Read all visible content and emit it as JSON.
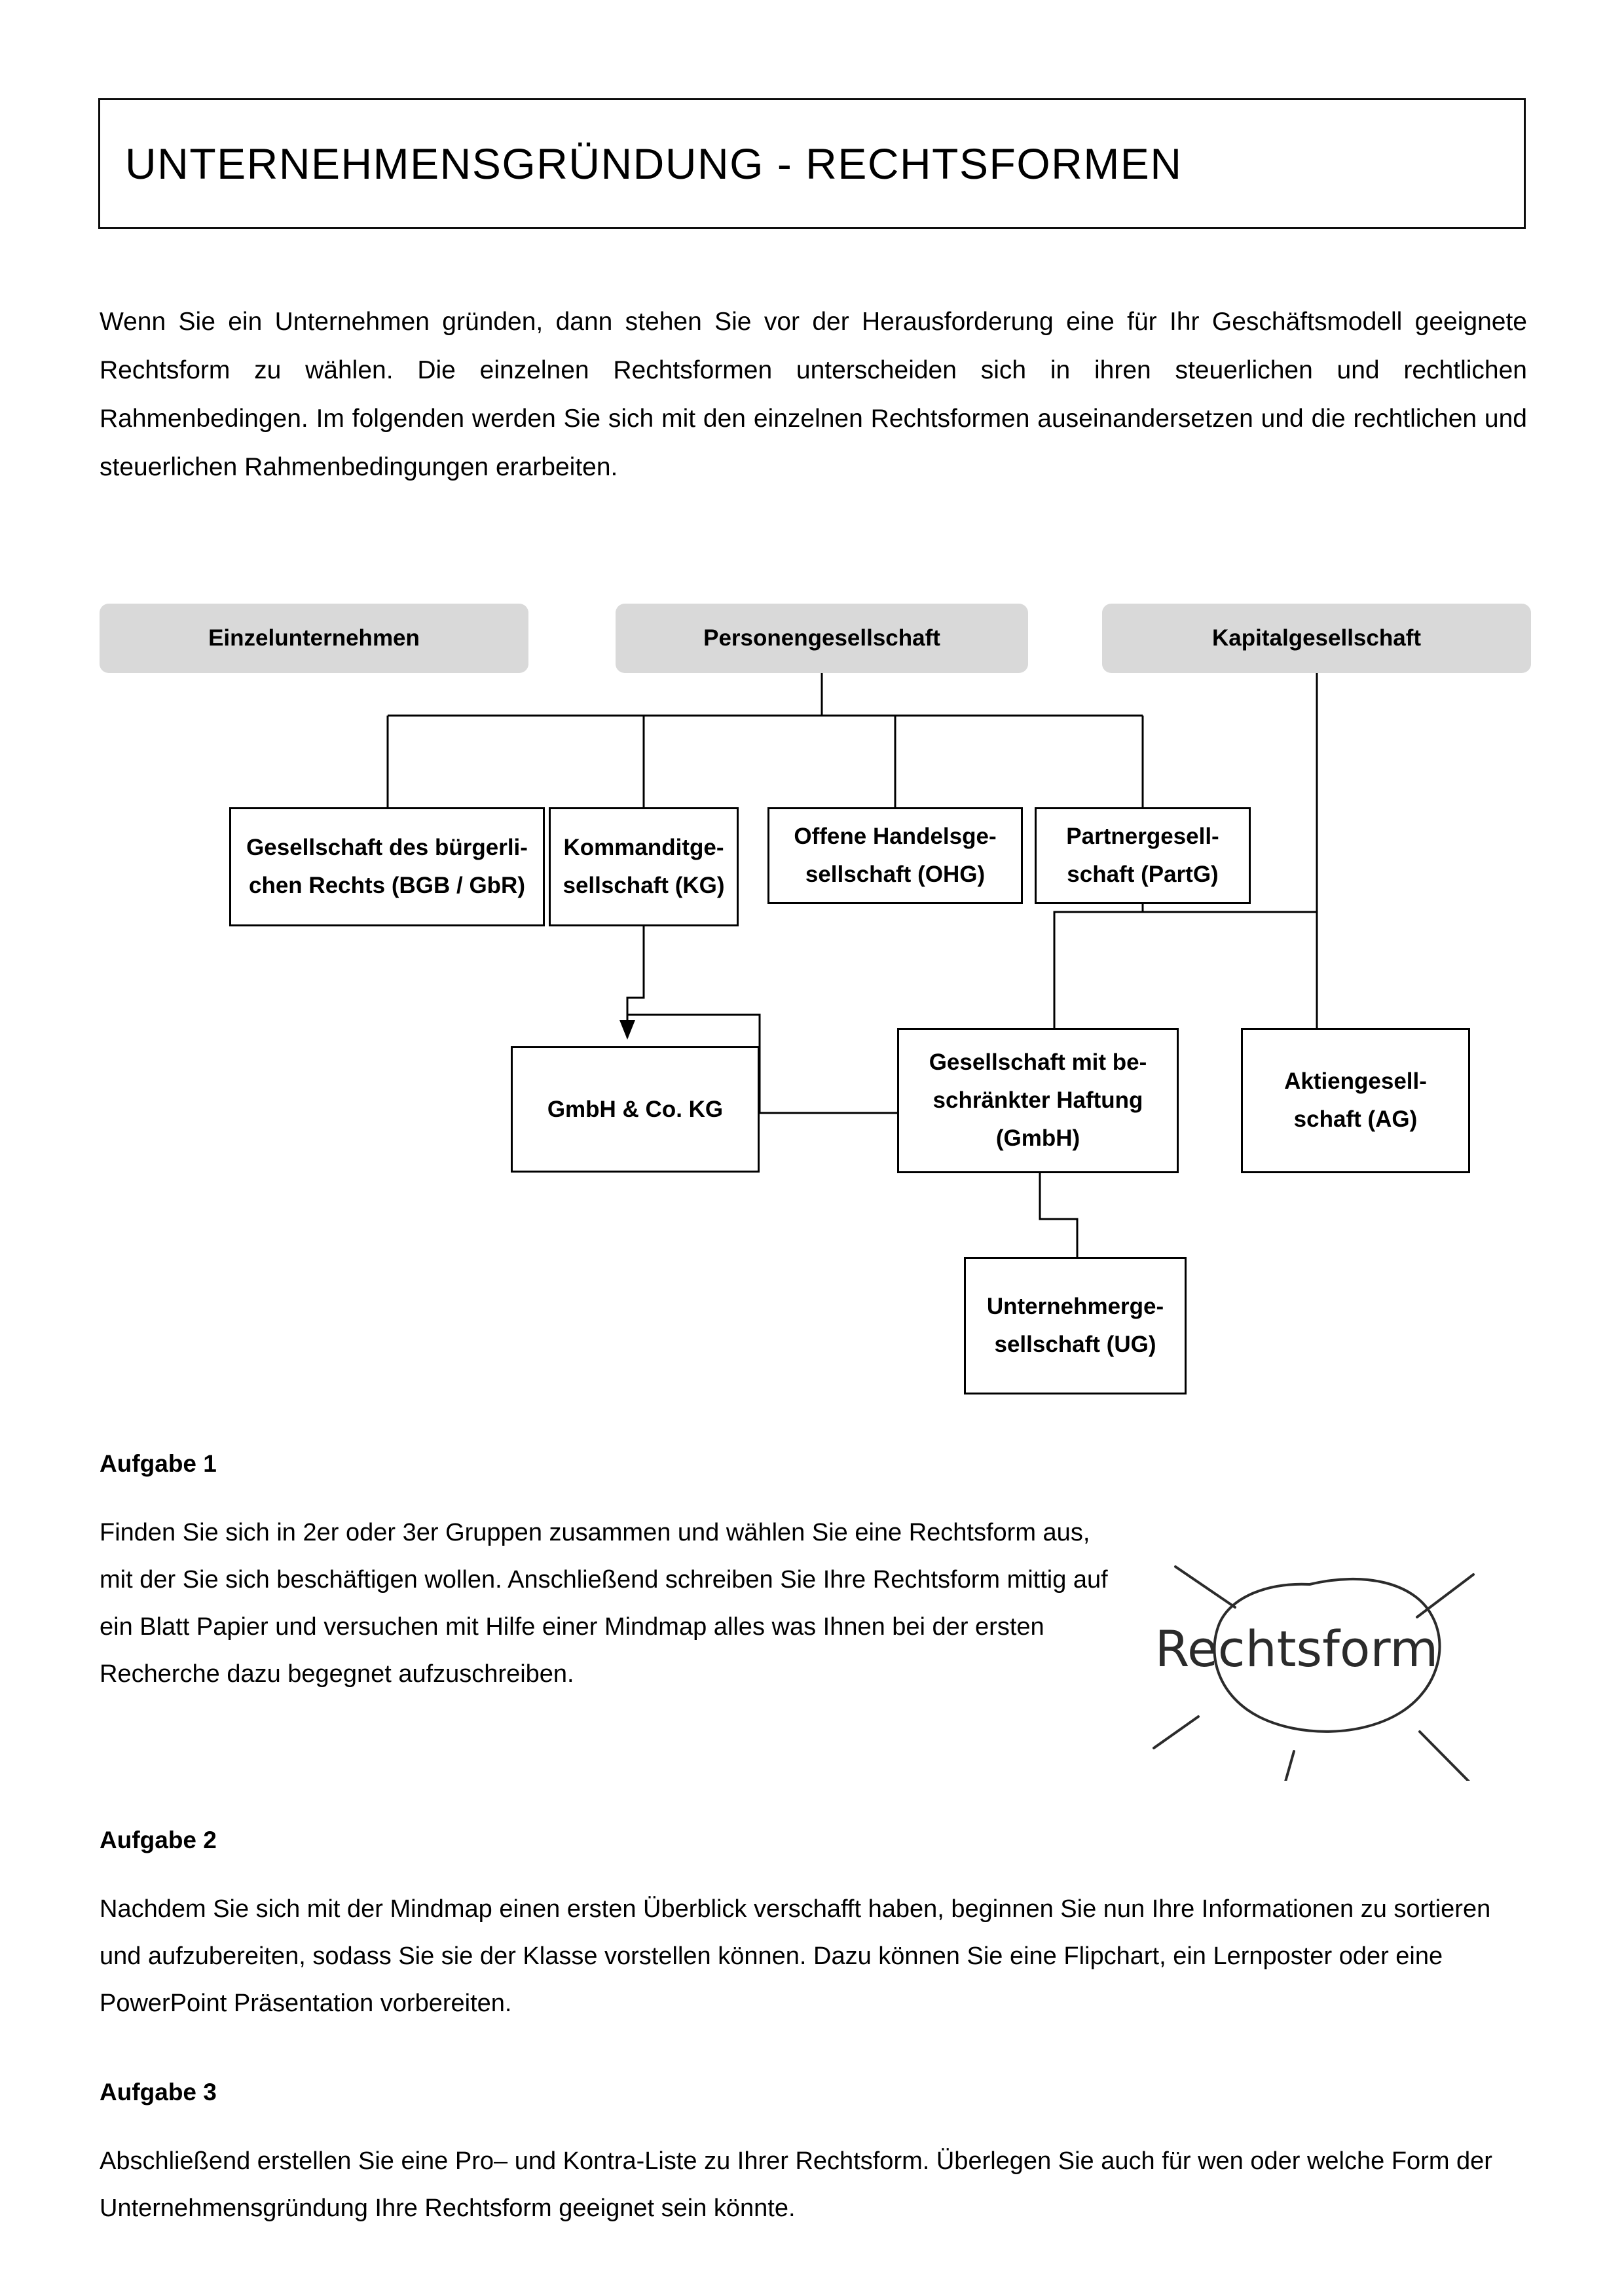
{
  "document": {
    "title": "UNTERNEHMENSGRÜNDUNG  -  RECHTSFORMEN",
    "intro": "Wenn Sie ein Unternehmen gründen, dann stehen Sie vor der Herausforderung eine für Ihr Geschäftsmodell geeignete Rechtsform zu wählen. Die einzelnen Rechtsformen unterscheiden sich in ihren steuerlichen und rechtlichen Rahmenbedingen. Im folgenden werden Sie sich mit den einzelnen Rechtsformen auseinandersetzen und die rechtlichen und steuerlichen Rahmenbedingungen erarbeiten."
  },
  "diagram": {
    "type": "org-tree",
    "categories": [
      {
        "id": "einzelunternehmen",
        "label": "Einzelunternehmen",
        "style": "gray-rounded"
      },
      {
        "id": "personengesellschaft",
        "label": "Personengesellschaft",
        "style": "gray-rounded"
      },
      {
        "id": "kapitalgesellschaft",
        "label": "Kapitalgesellschaft",
        "style": "gray-rounded"
      }
    ],
    "forms": [
      {
        "id": "gbr",
        "label": "Gesellschaft des bürgerli-\nchen Rechts (BGB / GbR)"
      },
      {
        "id": "kg",
        "label": "Kommanditge-\nsellschaft (KG)"
      },
      {
        "id": "ohg",
        "label": "Offene Handelsge-\nsellschaft (OHG)"
      },
      {
        "id": "partg",
        "label": "Partnergesell-\nschaft (PartG)"
      },
      {
        "id": "gmbhcokg",
        "label": "GmbH & Co. KG"
      },
      {
        "id": "gmbh",
        "label": "Gesellschaft mit be-\nschränkter Haftung\n(GmbH)"
      },
      {
        "id": "ag",
        "label": "Aktiengesell-\nschaft (AG)"
      },
      {
        "id": "ug",
        "label": "Unternehmerge-\nsellschaft (UG)"
      }
    ],
    "edges": [
      {
        "from": "personengesellschaft",
        "to": "gbr",
        "arrow": false
      },
      {
        "from": "personengesellschaft",
        "to": "kg",
        "arrow": false
      },
      {
        "from": "personengesellschaft",
        "to": "ohg",
        "arrow": false
      },
      {
        "from": "personengesellschaft",
        "to": "partg",
        "arrow": false
      },
      {
        "from": "kg",
        "to": "gmbhcokg",
        "arrow": true
      },
      {
        "from": "gmbh",
        "to": "gmbhcokg",
        "arrow": false
      },
      {
        "from": "partg",
        "to": "gmbh",
        "arrow": false
      },
      {
        "from": "kapitalgesellschaft",
        "to": "gmbh",
        "arrow": false
      },
      {
        "from": "kapitalgesellschaft",
        "to": "ag",
        "arrow": false
      },
      {
        "from": "gmbh",
        "to": "ug",
        "arrow": false
      }
    ]
  },
  "tasks": [
    {
      "heading": "Aufgabe 1",
      "body": "Finden Sie sich in 2er oder 3er Gruppen zusammen und wählen Sie eine Rechtsform aus, mit der Sie sich beschäftigen wollen. Anschließend schreiben Sie Ihre Rechtsform mittig auf ein Blatt Papier und versuchen mit Hilfe einer Mindmap alles was Ihnen bei der ersten Recherche dazu begegnet aufzuschreiben."
    },
    {
      "heading": "Aufgabe 2",
      "body": "Nachdem Sie sich mit der Mindmap einen ersten Überblick verschafft haben, beginnen Sie nun Ihre Informationen zu sortieren und aufzubereiten, sodass Sie sie der Klasse vorstellen können. Dazu können Sie eine Flipchart, ein Lernposter oder eine PowerPoint Präsentation vorbereiten."
    },
    {
      "heading": "Aufgabe 3",
      "body": "Abschließend erstellen Sie eine Pro– und Kontra-Liste zu Ihrer Rechtsform. Überlegen Sie auch für wen oder welche Form der Unternehmensgründung Ihre Rechtsform geeignet sein könnte."
    }
  ],
  "sketch": {
    "center_label": "Rechtsform",
    "branch_count": 5
  },
  "colors": {
    "page_background": "#ffffff",
    "text": "#000000",
    "category_box_fill": "#d9d9d9",
    "node_border": "#000000",
    "sketch_ink": "#2b2b2b"
  }
}
